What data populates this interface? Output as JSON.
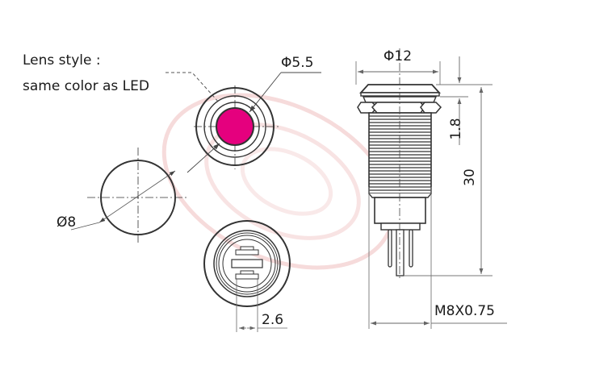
{
  "diagram": {
    "type": "technical-dimension-drawing",
    "subject": "LED indicator / metal pilot light",
    "note": {
      "line1": "Lens style :",
      "line2": "same color as LED"
    },
    "views": {
      "front": {
        "lens_diameter_label": "Φ5.5",
        "lens_color": "#e5007e"
      },
      "panel_cutout": {
        "diameter_label": "Ø8"
      },
      "rear": {
        "pin_pitch_label": "2.6"
      },
      "side": {
        "head_diameter_label": "Φ12",
        "head_height_label": "1.8",
        "total_length_label": "30",
        "thread_label": "M8X0.75"
      }
    },
    "colors": {
      "line": "#333333",
      "dim_line": "#777777",
      "lens": "#e5007e",
      "watermark": "#f2c9c9"
    }
  }
}
